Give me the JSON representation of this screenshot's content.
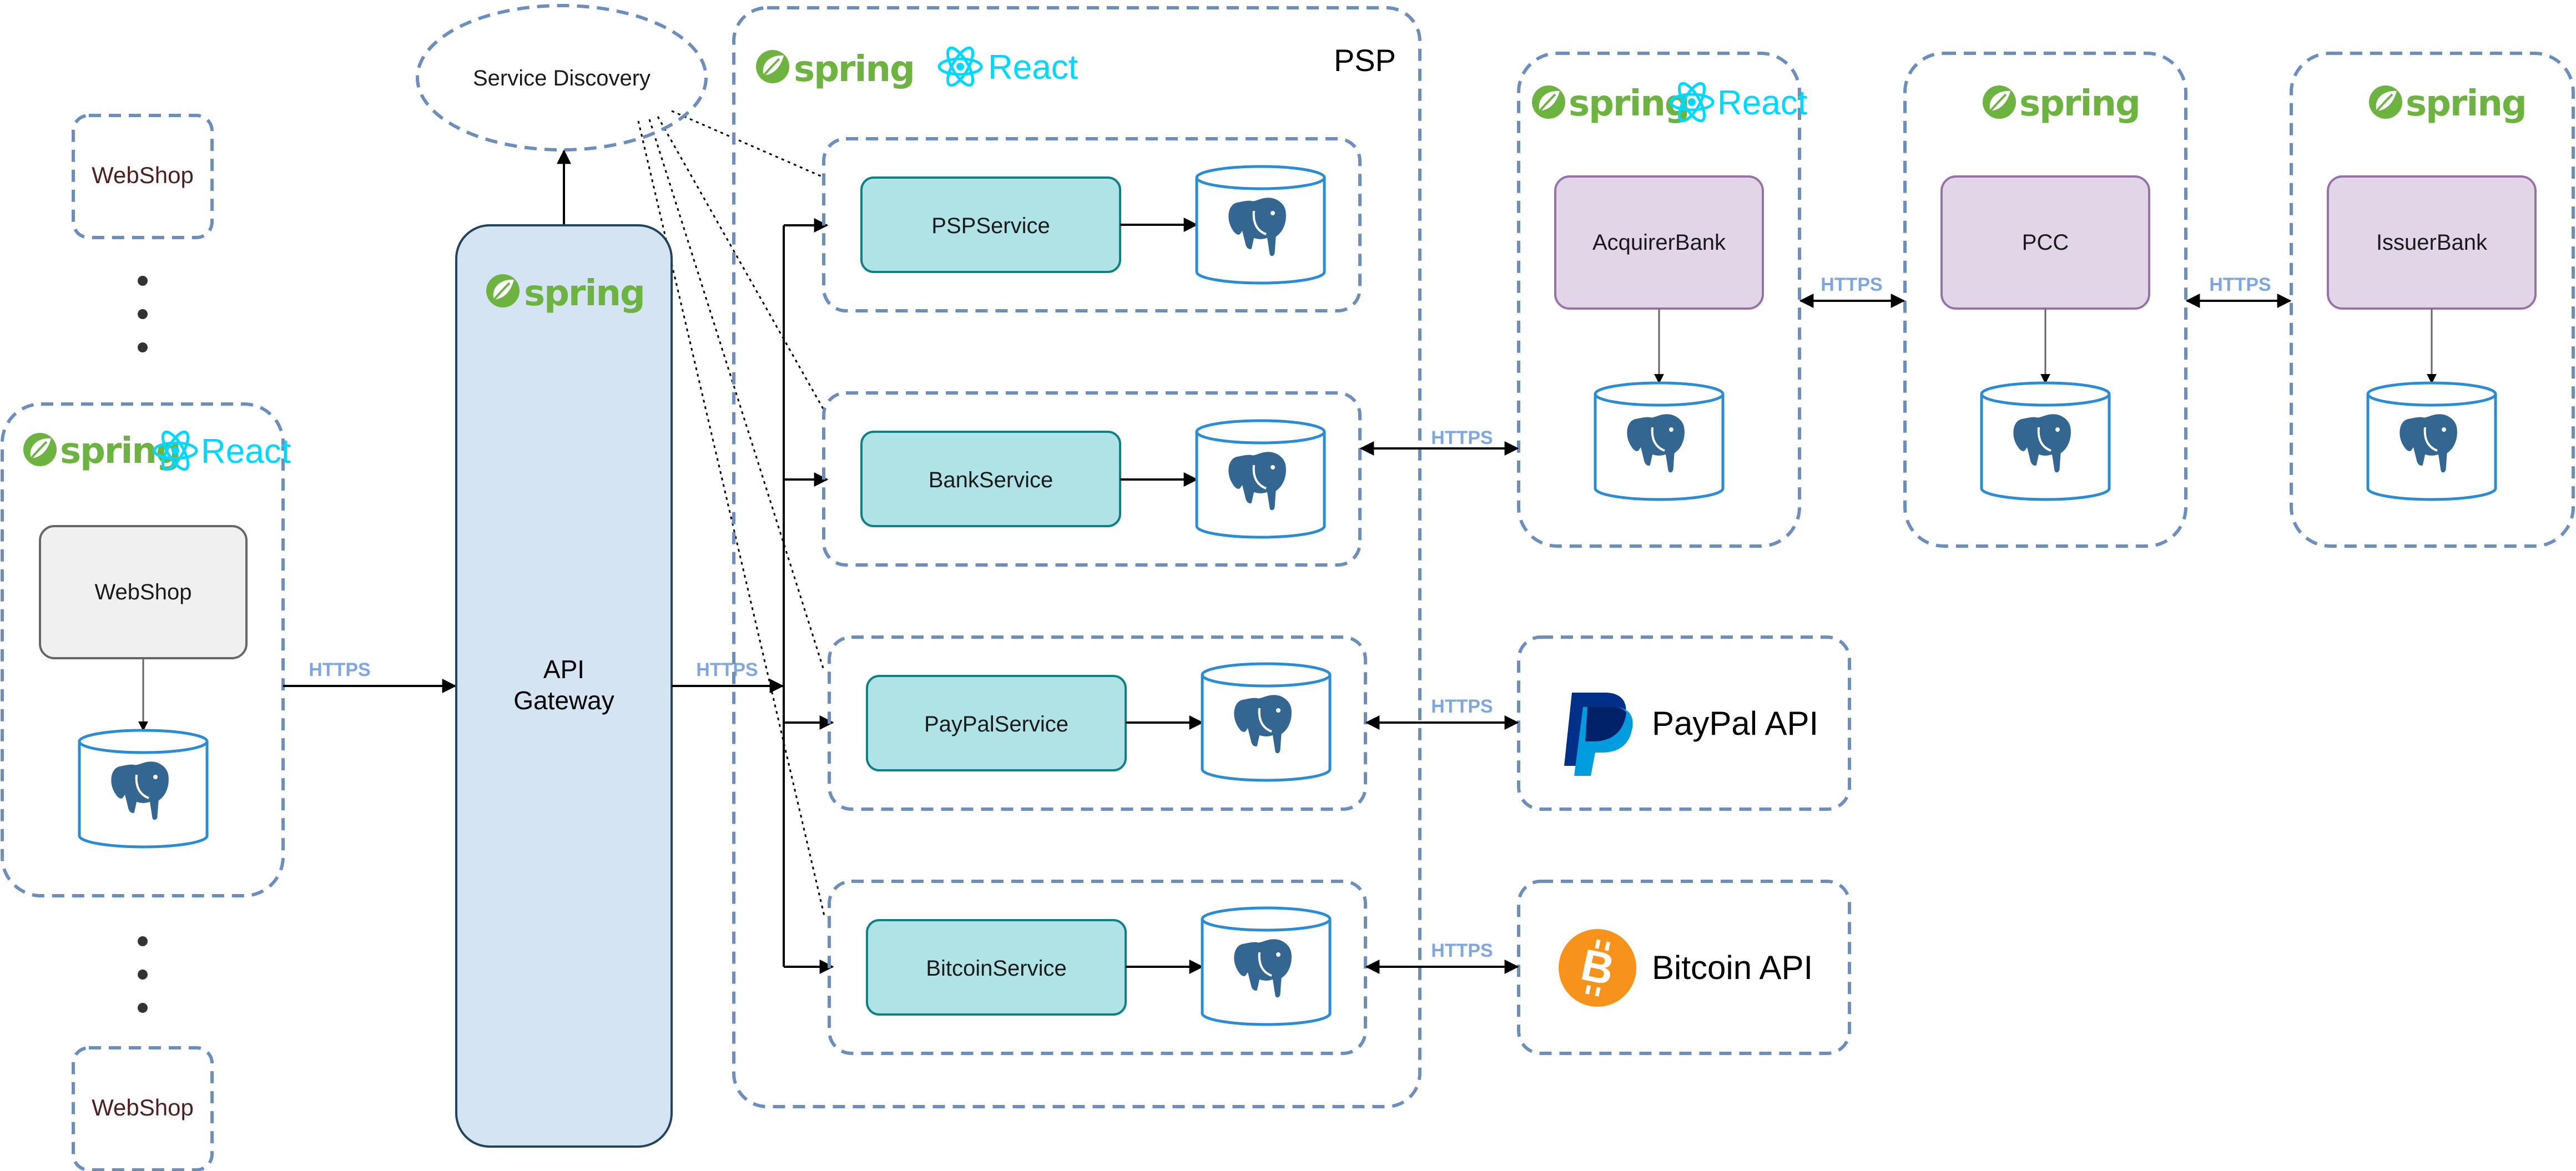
{
  "colors": {
    "container_border": "#6c8ebf",
    "service_fill": "#b0e3e6",
    "service_stroke": "#0e8088",
    "bank_fill": "#e1d5e7",
    "bank_stroke": "#9673a6",
    "gateway_fill": "#d4e4f3",
    "gateway_stroke": "#23445d",
    "webshop_fill": "#f0f0f0",
    "https_label": "#7ea6e0",
    "spring_green": "#6db33f",
    "react_cyan": "#00d8ff",
    "postgres_blue": "#336791",
    "paypal_dark": "#003087",
    "paypal_light": "#009cde",
    "bitcoin_orange": "#f7931a"
  },
  "logos": {
    "spring": "spring",
    "react": "React"
  },
  "service_discovery": {
    "label": "Service Discovery"
  },
  "api_gateway": {
    "label_line1": "API",
    "label_line2": "Gateway"
  },
  "webshops": {
    "top_label": "WebShop",
    "main_label": "WebShop",
    "bottom_label": "WebShop",
    "ellipsis": "•"
  },
  "psp": {
    "title": "PSP",
    "services": {
      "psp": "PSPService",
      "bank": "BankService",
      "paypal": "PayPalService",
      "bitcoin": "BitcoinService"
    }
  },
  "banks": {
    "acquirer": "AcquirerBank",
    "pcc": "PCC",
    "issuer": "IssuerBank"
  },
  "external_apis": {
    "paypal": "PayPal API",
    "bitcoin": "Bitcoin API"
  },
  "connections": {
    "webshop_to_gateway": "HTTPS",
    "gateway_to_psp": "HTTPS",
    "bank_to_acquirer": "HTTPS",
    "acquirer_to_pcc": "HTTPS",
    "pcc_to_issuer": "HTTPS",
    "paypal_service_to_api": "HTTPS",
    "bitcoin_service_to_api": "HTTPS"
  },
  "icons": {
    "database": "postgresql-elephant-icon",
    "spring": "spring-leaf-icon",
    "react": "react-atom-icon",
    "paypal": "paypal-icon",
    "bitcoin": "bitcoin-icon"
  }
}
